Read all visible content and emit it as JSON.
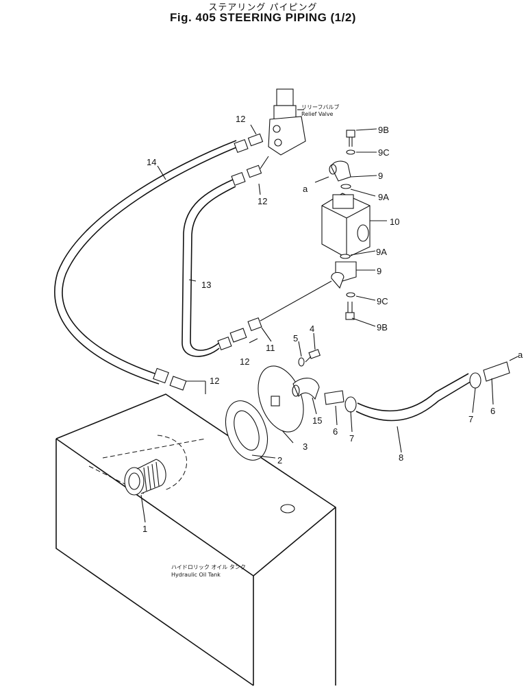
{
  "title": {
    "jp": "ステアリング パイピング",
    "en": "Fig. 405 STEERING PIPING (1/2)"
  },
  "annotations": {
    "relief_valve_jp": "リリーフバルブ",
    "relief_valve_en": "Relief Valve",
    "tank_jp": "ハイドロリック オイル タンク",
    "tank_en": "Hydraulic Oil Tank"
  },
  "callouts": {
    "c1": "1",
    "c2": "2",
    "c3": "3",
    "c4": "4",
    "c5": "5",
    "c6a": "6",
    "c6b": "6",
    "c7a": "7",
    "c7b": "7",
    "c8": "8",
    "c9a": "9",
    "c9b": "9",
    "c9A1": "9A",
    "c9A2": "9A",
    "c9B1": "9B",
    "c9B2": "9B",
    "c9C1": "9C",
    "c9C2": "9C",
    "c10": "10",
    "c11": "11",
    "c12a": "12",
    "c12b": "12",
    "c12c": "12",
    "c12d": "12",
    "c13": "13",
    "c14": "14",
    "c15": "15",
    "refA1": "a",
    "refA2": "a"
  }
}
